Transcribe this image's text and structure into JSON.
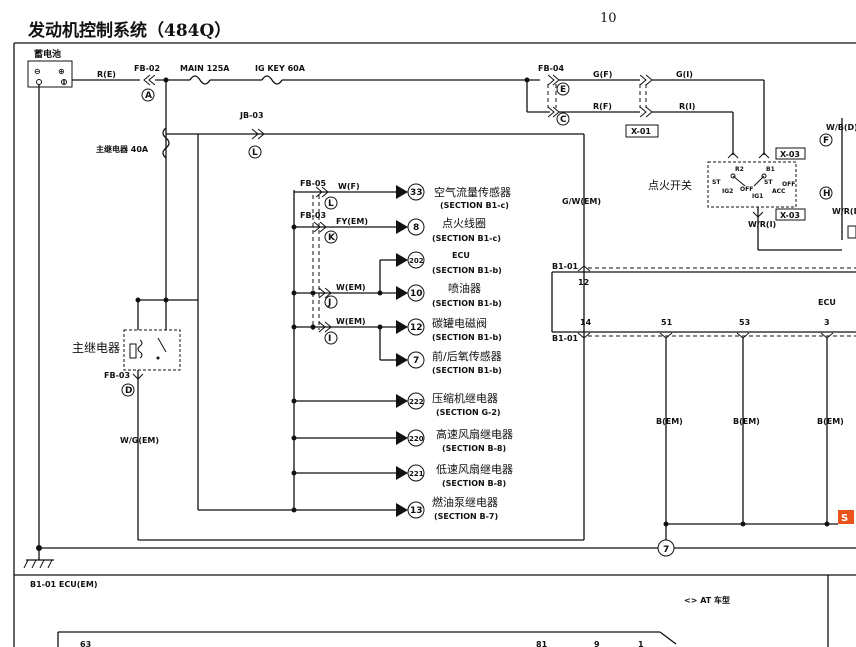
{
  "header": {
    "title": "发动机控制系统（484Q）",
    "page_number": "10"
  },
  "battery": {
    "label": "蓄电池",
    "minus": "⊖",
    "plus": "⊕"
  },
  "wires": {
    "battery_out": "R(E)",
    "ig_out": "G(F)",
    "ig_in": "G(I)",
    "rf_out": "R(F)",
    "ri_in": "R(I)",
    "main_relay_out": "G/W(EM)",
    "w_f": "W(F)",
    "fy_em": "FY(EM)",
    "w_em_1": "W(EM)",
    "w_em_2": "W(EM)",
    "w_g_em": "W/G(EM)",
    "w_r_i": "W/R(I)",
    "w_b_d": "W/B(D)",
    "w_r_d": "W/R(D)",
    "b_em_1": "B(EM)",
    "b_em_2": "B(EM)",
    "b_em_3": "B(EM)"
  },
  "connectors": {
    "fb02": "FB-02",
    "main_fuse": "MAIN 125A",
    "ig_fuse": "IG KEY 60A",
    "fb04": "FB-04",
    "jb03": "JB-03",
    "x01": "X-01",
    "x03_top": "X-03",
    "x03_bottom": "X-03",
    "fb05": "FB-05",
    "fb03_mid": "FB-03",
    "fb03_bottom": "FB-03",
    "b101_top": "B1-01",
    "b101_bottom": "B1-01"
  },
  "main_relay": {
    "fuse_label": "主继电器 40A",
    "label": "主继电器"
  },
  "ignition_switch": {
    "label": "点火开关",
    "terminals": {
      "st": "ST",
      "ig2": "IG2",
      "r2": "R2",
      "off_l": "OFF",
      "ig1": "IG1",
      "b1": "B1",
      "st1": "ST",
      "acc": "ACC",
      "off_r": "OFF"
    }
  },
  "circle_labels": {
    "a": "A",
    "b_l": "L",
    "c": "C",
    "d": "D",
    "e": "E",
    "f": "F",
    "h": "H",
    "k": "K",
    "j": "J",
    "i": "I",
    "l2": "L"
  },
  "loads": [
    {
      "ref": "33",
      "name": "空气流量传感器",
      "section": "(SECTION B1-c)"
    },
    {
      "ref": "8",
      "name": "点火线圈",
      "section": "(SECTION B1-c)"
    },
    {
      "ref": "202",
      "name": "ECU",
      "section": "(SECTION B1-b)"
    },
    {
      "ref": "10",
      "name": "喷油器",
      "section": "(SECTION B1-b)"
    },
    {
      "ref": "12",
      "name": "碳罐电磁阀",
      "section": "(SECTION B1-b)"
    },
    {
      "ref": "7",
      "name": "前/后氧传感器",
      "section": "(SECTION B1-b)"
    },
    {
      "ref": "222",
      "name": "压缩机继电器",
      "section": "(SECTION G-2)"
    },
    {
      "ref": "220",
      "name": "高速风扇继电器",
      "section": "(SECTION B-8)"
    },
    {
      "ref": "221",
      "name": "低速风扇继电器",
      "section": "(SECTION B-8)"
    },
    {
      "ref": "13",
      "name": "燃油泵继电器",
      "section": "(SECTION B-7)"
    }
  ],
  "ecu": {
    "label": "ECU",
    "pins_top": [
      "12"
    ],
    "pins_bottom": [
      "14",
      "51",
      "53",
      "3"
    ]
  },
  "ground": {
    "ref": "7",
    "badge": "S"
  },
  "bottom_panel": {
    "title": "B1-01 ECU(EM)",
    "note": "<> AT 车型",
    "pin_63": "63",
    "pin_81": "81",
    "pin_9": "9",
    "pin_1": "1"
  },
  "colors": {
    "line": "#111111",
    "badge": "#e8541a"
  }
}
